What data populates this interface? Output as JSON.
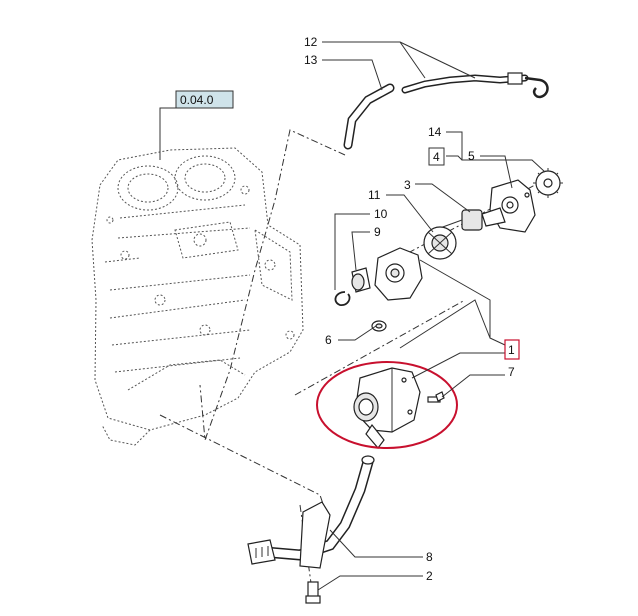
{
  "reference_label": "0.04.0",
  "callouts": [
    "12",
    "13",
    "14",
    "4",
    "5",
    "3",
    "11",
    "10",
    "9",
    "6",
    "1",
    "7",
    "8",
    "2"
  ],
  "colors": {
    "highlight": "#c8102e",
    "reference_box": "#cfe3ea",
    "boxed_callout": "#c8102e"
  }
}
